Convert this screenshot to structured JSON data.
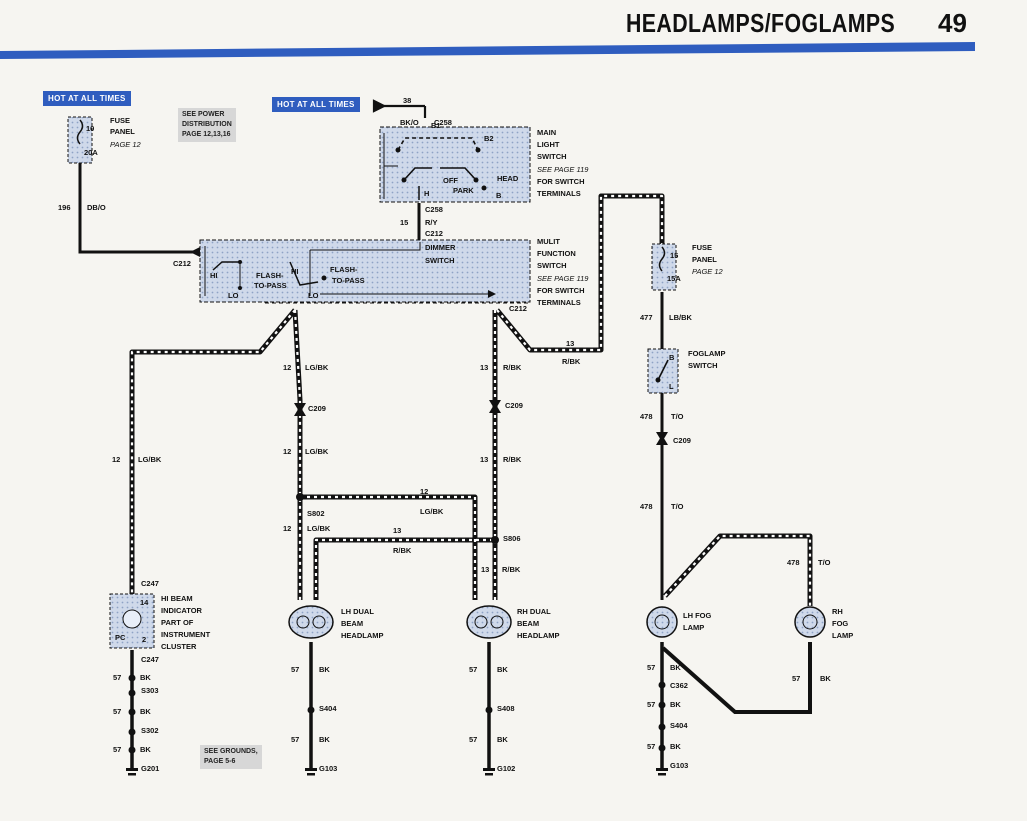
{
  "header": {
    "title": "HEADLAMPS/FOGLAMPS",
    "page_number": "49",
    "accent_color": "#2f5dbf"
  },
  "tags": {
    "hot_left": "HOT AT ALL TIMES",
    "hot_top": "HOT AT ALL TIMES"
  },
  "notes": {
    "see_power_1": "SEE POWER",
    "see_power_2": "DISTRIBUTION",
    "see_power_3": "PAGE 12,13,16",
    "see_grounds_1": "SEE GROUNDS,",
    "see_grounds_2": "PAGE 5-6"
  },
  "fuse_left": {
    "circuit": "10",
    "amp": "20A",
    "label1": "FUSE",
    "label2": "PANEL",
    "page": "PAGE 12"
  },
  "fuse_right": {
    "circuit": "15",
    "amp": "15A",
    "label1": "FUSE",
    "label2": "PANEL",
    "page": "PAGE 12"
  },
  "main_switch": {
    "l1": "MAIN",
    "l2": "LIGHT",
    "l3": "SWITCH",
    "l4": "SEE PAGE 119",
    "l5": "FOR SWITCH",
    "l6": "TERMINALS",
    "b1": "B1",
    "b2": "B2",
    "off": "OFF",
    "park": "PARK",
    "head": "HEAD",
    "h": "H",
    "b": "B"
  },
  "multi_switch": {
    "l1": "MULIT",
    "l2": "FUNCTION",
    "l3": "SWITCH",
    "l4": "SEE PAGE 119",
    "l5": "FOR SWITCH",
    "l6": "TERMINALS",
    "dimmer1": "DIMMER",
    "dimmer2": "SWITCH",
    "hi_a": "HI",
    "lo_a": "LO",
    "flash_a1": "FLASH-",
    "flash_a2": "TO-PASS",
    "hi_b": "HI",
    "lo_b": "LO",
    "flash_b1": "FLASH-",
    "flash_b2": "TO-PASS"
  },
  "connectors": {
    "c258_top": "C258",
    "c258_bot": "C258",
    "c212_top": "C212",
    "c212_left": "C212",
    "c212_right": "C212",
    "c209_a": "C209",
    "c209_b": "C209",
    "c209_c": "C209",
    "c247_top": "C247",
    "c247_bot": "C247",
    "c362": "C362",
    "s802": "S802",
    "s806": "S806",
    "s303": "S303",
    "s302": "S302",
    "s404_a": "S404",
    "s408": "S408",
    "s404_b": "S404",
    "g201": "G201",
    "g103_a": "G103",
    "g102": "G102",
    "g103_b": "G103"
  },
  "wires": {
    "w38": "38",
    "bk_o": "BK/O",
    "w196": "196",
    "db_o": "DB/O",
    "w15": "15",
    "r_y": "R/Y",
    "w12": "12",
    "lg_bk": "LG/BK",
    "w13": "13",
    "r_bk": "R/BK",
    "w477": "477",
    "lb_bk": "LB/BK",
    "w478": "478",
    "t_o": "T/O",
    "w57": "57",
    "bk": "BK"
  },
  "components": {
    "hi_beam": [
      "HI BEAM",
      "INDICATOR",
      "PART OF",
      "INSTRUMENT",
      "CLUSTER"
    ],
    "hi_beam_pins": {
      "p14": "14",
      "p2": "2",
      "pc": "PC"
    },
    "lh_dual": [
      "LH DUAL",
      "BEAM",
      "HEADLAMP"
    ],
    "rh_dual": [
      "RH DUAL",
      "BEAM",
      "HEADLAMP"
    ],
    "lh_fog": [
      "LH FOG",
      "LAMP"
    ],
    "rh_fog": [
      "RH",
      "FOG",
      "LAMP"
    ],
    "fog_switch": [
      "FOGLAMP",
      "SWITCH"
    ],
    "fog_switch_pins": {
      "b": "B",
      "l": "L"
    }
  }
}
